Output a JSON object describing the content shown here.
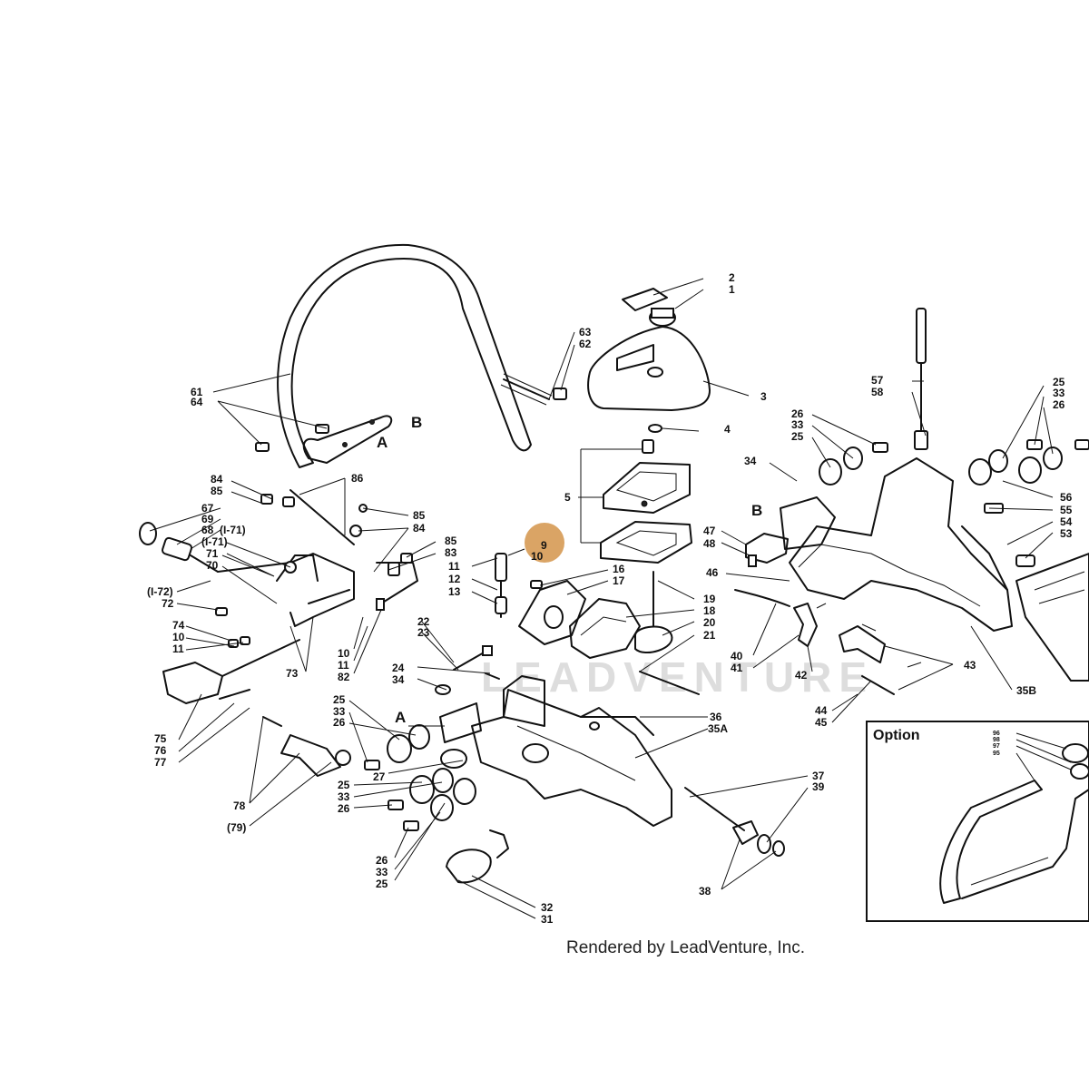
{
  "watermark": "LEADVENTURE",
  "credit": "Rendered by LeadVenture, Inc.",
  "option_box_title": "Option",
  "highlight": {
    "label_top": "9",
    "label_bottom": "10",
    "color": "#D4944A"
  },
  "callouts": {
    "c1": "1",
    "c2": "2",
    "c3": "3",
    "c4": "4",
    "c5": "5",
    "c63": "63",
    "c62": "62",
    "c61": "61",
    "c64": "64",
    "cB": "B",
    "cA": "A",
    "c57": "57",
    "c58": "58",
    "c26a": "26",
    "c33a": "33",
    "c25a": "25",
    "c25r": "25",
    "c33r": "33",
    "c26r": "26",
    "c34a": "34",
    "c56": "56",
    "c55": "55",
    "c54": "54",
    "c53": "53",
    "c47": "47",
    "c48": "48",
    "c46": "46",
    "c84a": "84",
    "c85a": "85",
    "c86": "86",
    "c67": "67",
    "c69": "69",
    "c68": "68",
    "c171a": "(I-71)",
    "c171b": "(I-71)",
    "c71": "71",
    "c70": "70",
    "c172": "(I-72)",
    "c72": "72",
    "c85b": "85",
    "c84b": "84",
    "c85c": "85",
    "c83": "83",
    "c11a": "11",
    "c12": "12",
    "c13": "13",
    "c16": "16",
    "c17": "17",
    "c19": "19",
    "c18": "18",
    "c20": "20",
    "c21": "21",
    "c40": "40",
    "c41": "41",
    "c42": "42",
    "c43": "43",
    "c44": "44",
    "c45": "45",
    "c35B": "35B",
    "c74": "74",
    "c10a": "10",
    "c11b": "11",
    "c73": "73",
    "c10b": "10",
    "c11c": "11",
    "c82": "82",
    "c22": "22",
    "c23": "23",
    "c24": "24",
    "c34b": "34",
    "cA2": "A",
    "c36": "36",
    "c35A": "35A",
    "c75": "75",
    "c76": "76",
    "c77": "77",
    "c25b": "25",
    "c33b": "33",
    "c26b": "26",
    "c27": "27",
    "c25c": "25",
    "c33c": "33",
    "c26c": "26",
    "c78": "78",
    "c79": "(79)",
    "c26d": "26",
    "c33d": "33",
    "c25d": "25",
    "c37": "37",
    "c39": "39",
    "c38": "38",
    "c32": "32",
    "c31": "31",
    "c96": "96",
    "c98": "98",
    "c97": "97",
    "c95": "95"
  }
}
